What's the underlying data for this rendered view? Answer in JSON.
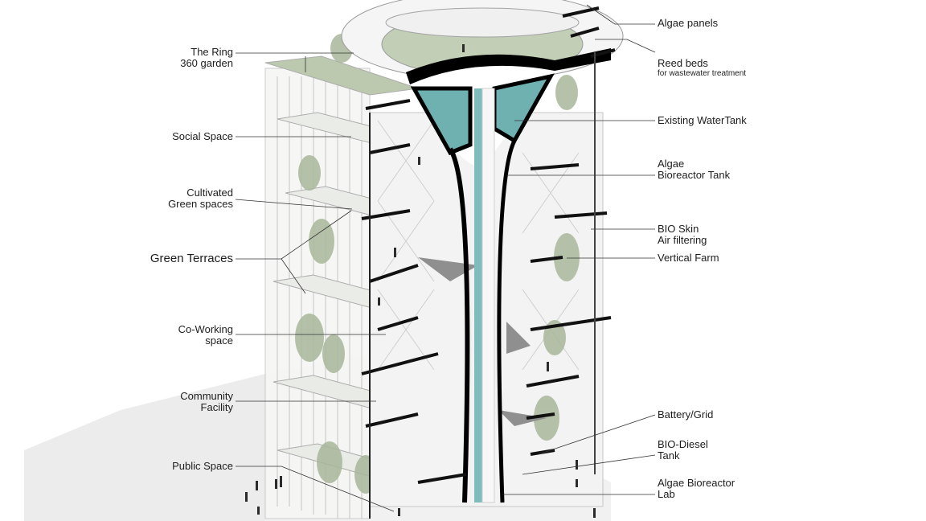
{
  "diagram": {
    "type": "architectural-section-axonometric",
    "colors": {
      "background": "#ffffff",
      "shadow": "#e9e9e9",
      "structure": "#f2f2f2",
      "structure_line": "#b9b9b9",
      "slab_edge": "#111111",
      "greenery": "#a8b79a",
      "greenery_dark": "#8c9d80",
      "water_tank": "#6fb1b1",
      "water_tank_dark": "#4f9999",
      "core_line": "#000000",
      "leader_line": "#333333",
      "text": "#1d1d1d"
    },
    "labels_left": [
      {
        "id": "ring",
        "text": "The Ring\n360 garden"
      },
      {
        "id": "social",
        "text": "Social Space"
      },
      {
        "id": "cultivated",
        "text": "Cultivated\nGreen spaces"
      },
      {
        "id": "terraces",
        "text": "Green Terraces"
      },
      {
        "id": "coworking",
        "text": "Co-Working\nspace"
      },
      {
        "id": "community",
        "text": "Community\nFacility"
      },
      {
        "id": "public",
        "text": "Public Space"
      }
    ],
    "labels_right": [
      {
        "id": "algae_panels",
        "text": "Algae panels"
      },
      {
        "id": "reed_beds",
        "text": "Reed beds",
        "sub": "for wastewater treatment"
      },
      {
        "id": "water_tank",
        "text": "Existing WaterTank"
      },
      {
        "id": "bioreactor_tank",
        "text": "Algae\nBioreactor Tank"
      },
      {
        "id": "bio_skin",
        "text": "BIO Skin\nAir filtering"
      },
      {
        "id": "vertical_farm",
        "text": "Vertical Farm"
      },
      {
        "id": "battery",
        "text": "Battery/Grid"
      },
      {
        "id": "biodiesel",
        "text": "BIO-Diesel\nTank"
      },
      {
        "id": "lab",
        "text": "Algae Bioreactor\nLab"
      }
    ]
  }
}
